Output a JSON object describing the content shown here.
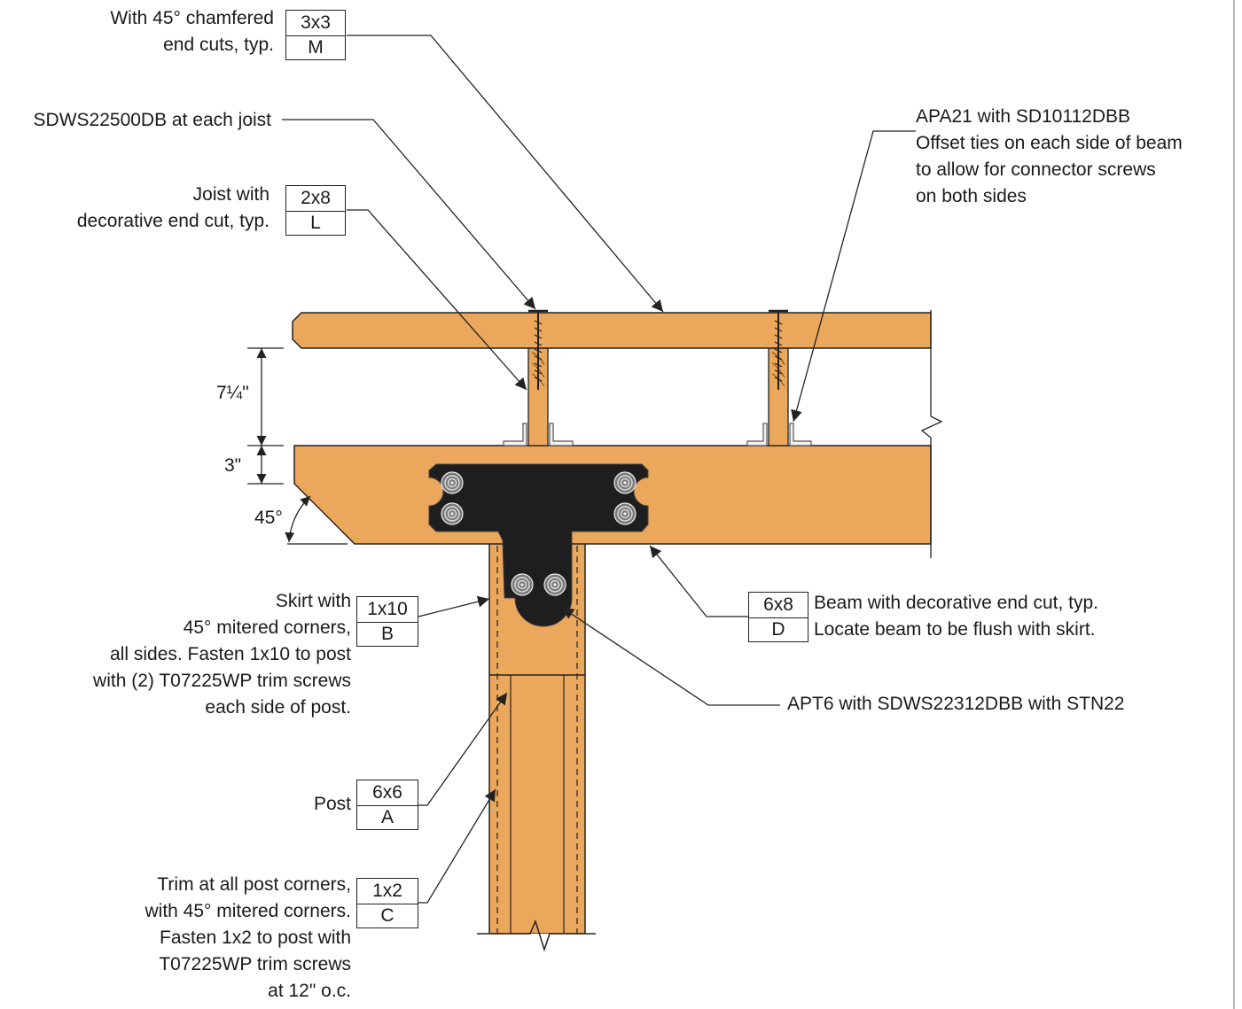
{
  "colors": {
    "lumber": "#EBA75B",
    "lumber_outline": "#222222",
    "connector": "#1E1E1E",
    "line": "#222222",
    "frame": "#B8B8B8"
  },
  "labels": {
    "chamfered": "With 45° chamfered\nend cuts, typ.",
    "sdws_joist": "SDWS22500DB at each joist",
    "joist": "Joist with\ndecorative end cut, typ.",
    "apa21": "APA21 with SD10112DBB\nOffset ties on each side of beam\nto allow for connector screws\non both sides",
    "skirt": "Skirt with\n45° mitered corners,\nall sides. Fasten 1x10 to post\nwith (2) T07225WP trim screws\neach side of post.",
    "beam": "Beam with decorative end cut, typ.\nLocate beam to be flush with skirt.",
    "apt6": "APT6 with SDWS22312DBB with STN22",
    "post": "Post",
    "trim": "Trim at all post corners,\nwith 45° mitered corners.\nFasten 1x2 to post with\nT07225WP trim screws\nat 12\" o.c."
  },
  "tags": {
    "m": {
      "size": "3x3",
      "letter": "M"
    },
    "l": {
      "size": "2x8",
      "letter": "L"
    },
    "d": {
      "size": "6x8",
      "letter": "D"
    },
    "b": {
      "size": "1x10",
      "letter": "B"
    },
    "a": {
      "size": "6x6",
      "letter": "A"
    },
    "c": {
      "size": "1x2",
      "letter": "C"
    }
  },
  "dimensions": {
    "joist_depth": "7¼\"",
    "offset": "3\"",
    "angle": "45°"
  }
}
